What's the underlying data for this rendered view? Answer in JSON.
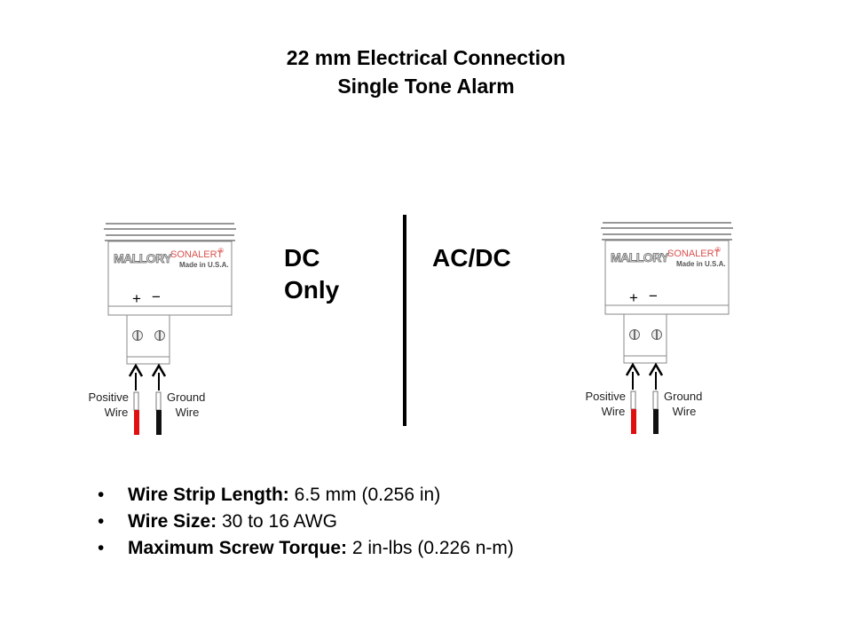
{
  "title": {
    "line1": "22 mm Electrical Connection",
    "line2": "Single Tone Alarm"
  },
  "sections": {
    "left": {
      "line1": "DC",
      "line2": "Only"
    },
    "right": {
      "label": "AC/DC"
    }
  },
  "diagram": {
    "brand": "MALLORY",
    "product": "SONALERT",
    "registered": "®",
    "made_in": "Made in U.S.A.",
    "plus": "+",
    "minus": "−",
    "positive": {
      "line1": "Positive",
      "line2": "Wire"
    },
    "ground": {
      "line1": "Ground",
      "line2": "Wire"
    },
    "colors": {
      "positive_wire": "#e01010",
      "ground_wire": "#111111",
      "brand_red": "#d9534f"
    }
  },
  "bullets": [
    {
      "label": "Wire Strip Length:",
      "value": " 6.5 mm (0.256 in)"
    },
    {
      "label": "Wire Size:",
      "value": " 30 to 16 AWG"
    },
    {
      "label": "Maximum Screw Torque:",
      "value": " 2 in-lbs (0.226 n-m)"
    }
  ]
}
